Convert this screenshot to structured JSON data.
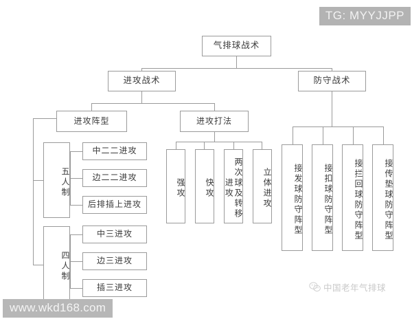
{
  "diagram": {
    "title": "气排球战术",
    "root": {
      "label": "气排球战术"
    },
    "level2": {
      "offense": "进攻战术",
      "defense": "防守战术"
    },
    "level3": {
      "formation": "进攻阵型",
      "playstyle": "进攻打法"
    },
    "formation_groups": [
      {
        "label": "五人制",
        "children": [
          "中二二进攻",
          "边二二进攻",
          "后排插上进攻"
        ]
      },
      {
        "label": "四人制",
        "children": [
          "中三进攻",
          "边三进攻",
          "插三进攻"
        ]
      }
    ],
    "playstyles": [
      "强攻",
      "快攻",
      "两次球及转移进攻",
      "立体进攻"
    ],
    "defense_items": [
      "接发球防守阵型",
      "接扣球防守阵型",
      "接拦回球防守阵型",
      "接传垫球防守阵型"
    ]
  },
  "overlays": {
    "tag": "TG: MYYJJPP",
    "url": "www.wkd168.com",
    "watermark": "中国老年气排球"
  },
  "colors": {
    "line": "#9a9a9a",
    "text": "#3a3a3a",
    "overlay_bg": "#b3b3b3",
    "overlay_text": "#f2f2f2",
    "watermark": "#c9c9c9"
  }
}
